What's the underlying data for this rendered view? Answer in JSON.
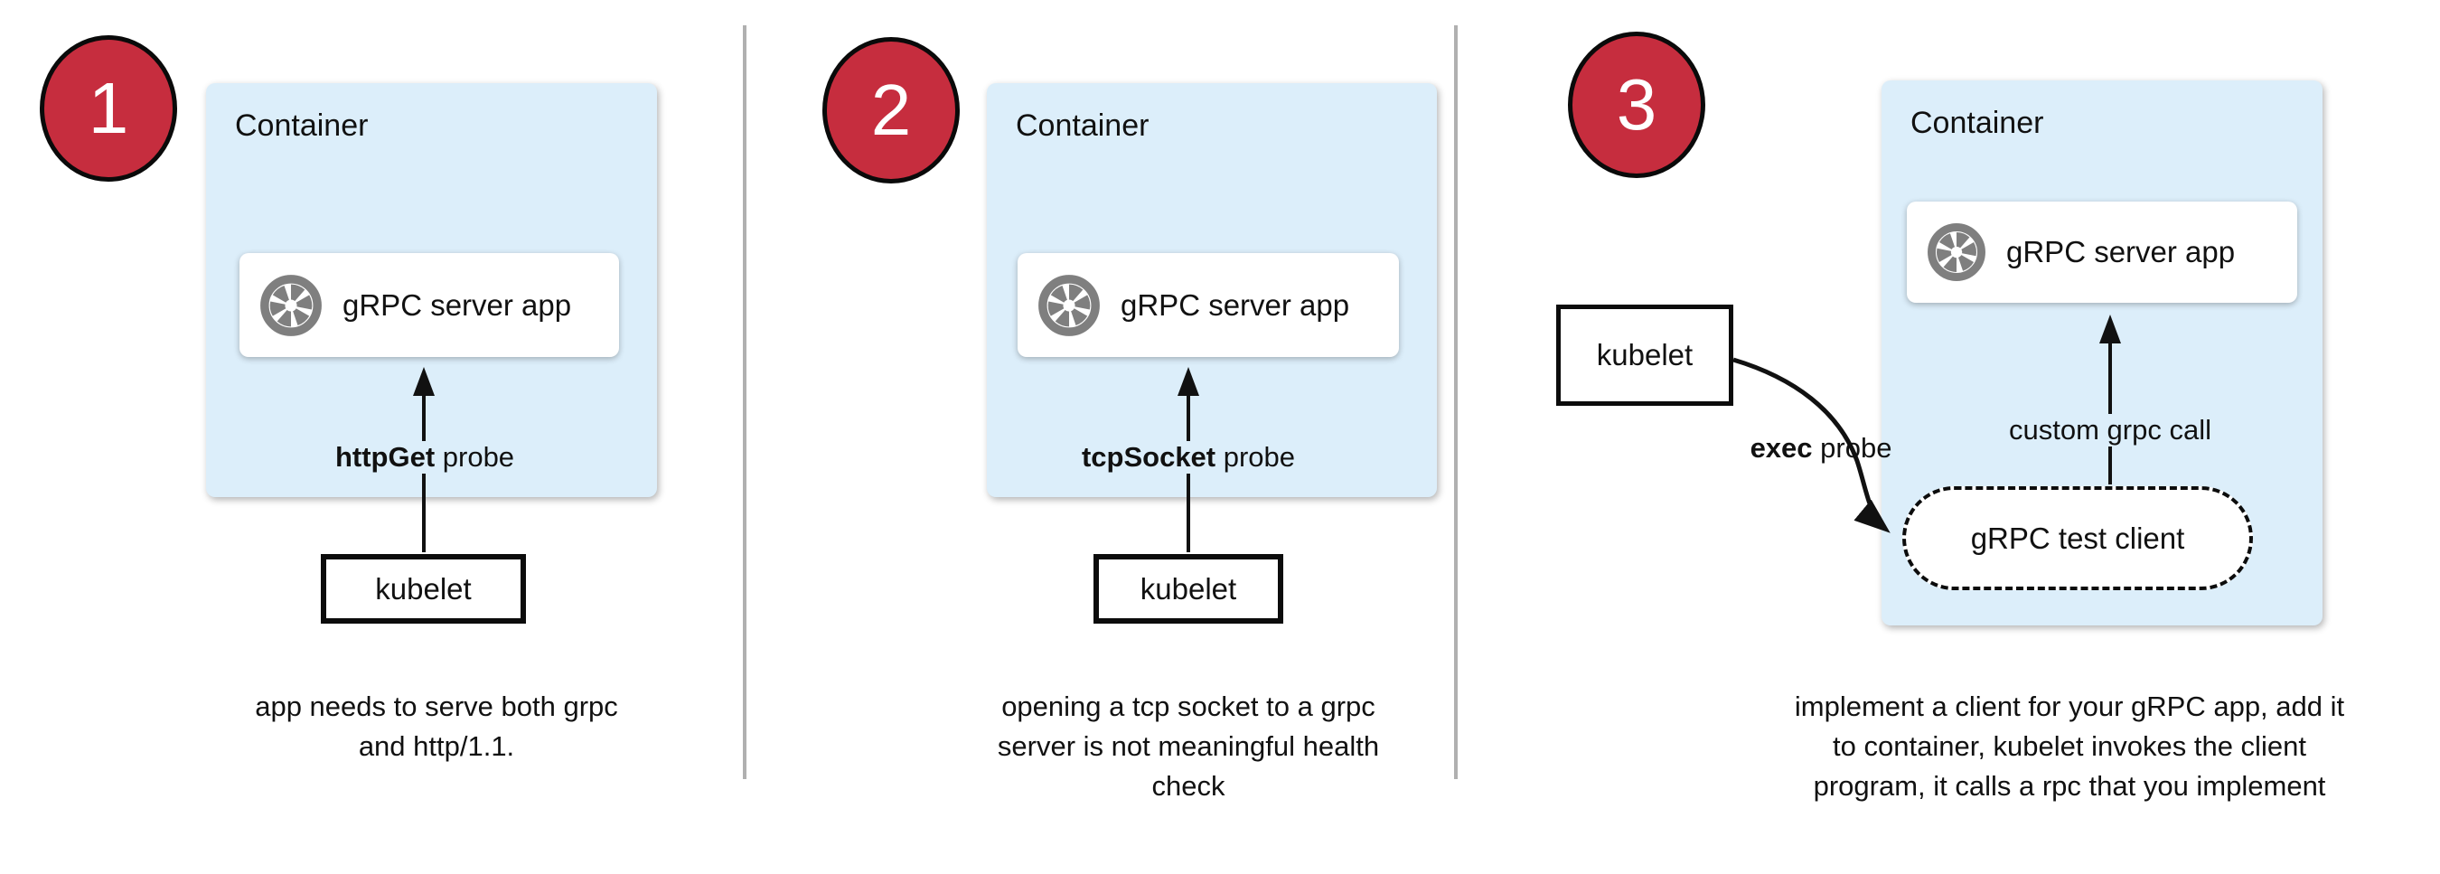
{
  "diagram_title": "gRPC health-check probe approaches",
  "colors": {
    "container_fill": "#dceefa",
    "badge_fill": "#c62d3e",
    "badge_border": "#000000",
    "icon_gray": "#7f7f7f",
    "divider_gray": "#b0b0b0",
    "line_black": "#111111",
    "card_white": "#ffffff"
  },
  "panels": [
    {
      "badge": "1",
      "container_label": "Container",
      "app_card": {
        "icon": "aperture-icon",
        "label": "gRPC server app"
      },
      "probe_label": {
        "bold": "httpGet",
        "rest": " probe"
      },
      "kubelet_label": "kubelet",
      "caption_lines": [
        "app needs to serve both grpc",
        "and http/1.1."
      ]
    },
    {
      "badge": "2",
      "container_label": "Container",
      "app_card": {
        "icon": "aperture-icon",
        "label": "gRPC server app"
      },
      "probe_label": {
        "bold": "tcpSocket",
        "rest": " probe"
      },
      "kubelet_label": "kubelet",
      "caption_lines": [
        "opening a tcp socket to a grpc",
        "server is not meaningful health",
        "check"
      ]
    },
    {
      "badge": "3",
      "container_label": "Container",
      "app_card": {
        "icon": "aperture-icon",
        "label": "gRPC server app"
      },
      "probe_label": {
        "bold": "exec",
        "rest": " probe"
      },
      "custom_call_label": "custom grpc call",
      "test_client_label": "gRPC test client",
      "kubelet_label": "kubelet",
      "caption_lines": [
        "implement a client for your gRPC app, add it",
        "to container, kubelet invokes the client",
        "program, it calls a rpc that you implement"
      ]
    }
  ]
}
